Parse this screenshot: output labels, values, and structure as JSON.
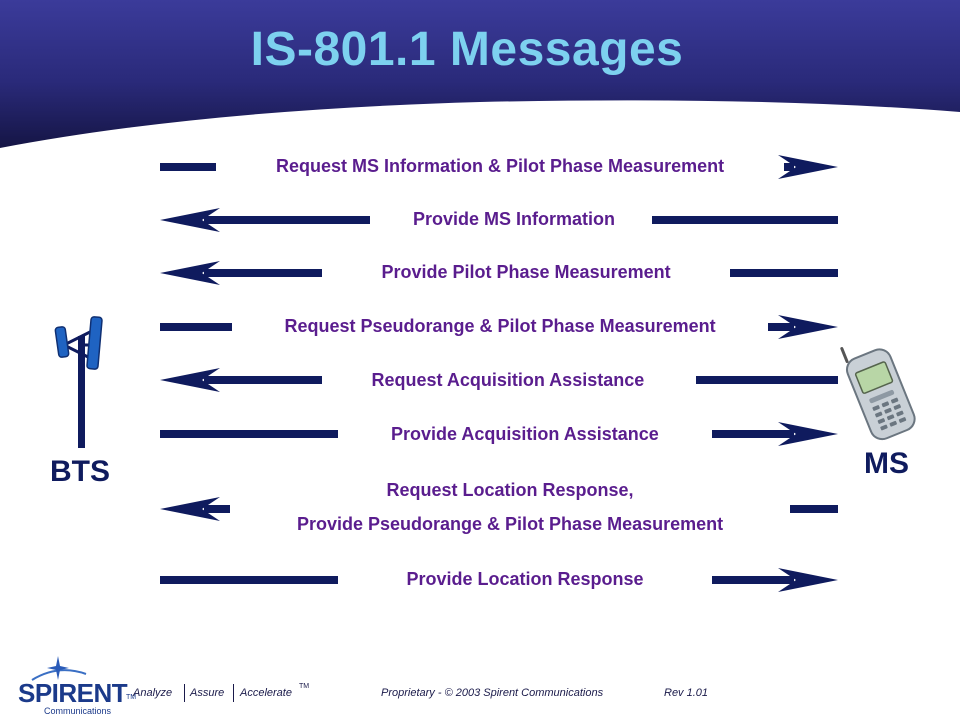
{
  "title": "IS-801.1 Messages",
  "nodes": {
    "left": "BTS",
    "right": "MS"
  },
  "messages": [
    {
      "label": "Request MS Information & Pilot Phase Measurement",
      "direction": "right"
    },
    {
      "label": "Provide MS Information",
      "direction": "left"
    },
    {
      "label": "Provide Pilot Phase Measurement",
      "direction": "left"
    },
    {
      "label": "Request Pseudorange & Pilot Phase Measurement",
      "direction": "right"
    },
    {
      "label": "Request Acquisition Assistance",
      "direction": "left"
    },
    {
      "label": "Provide Acquisition Assistance",
      "direction": "right"
    },
    {
      "label": "Request Location Response,",
      "label2": "Provide Pseudorange & Pilot Phase Measurement",
      "direction": "left"
    },
    {
      "label": "Provide Location Response",
      "direction": "right"
    }
  ],
  "footer": {
    "logo": "SPIRENT",
    "logo_tm": "TM",
    "logo_sub": "Communications",
    "tagline": [
      "Analyze",
      "Assure",
      "Accelerate"
    ],
    "tagline_tm": "TM",
    "proprietary": "Proprietary - © 2003 Spirent Communications",
    "revision": "Rev 1.01"
  },
  "colors": {
    "header_dark": "#2a2a7a",
    "title": "#7dd1ef",
    "arrow": "#0f1b5e",
    "message_text": "#5a1d8e",
    "antenna": "#1f63c2"
  },
  "icons": [
    "cell-tower-icon",
    "mobile-phone-icon",
    "spirent-star-icon"
  ]
}
